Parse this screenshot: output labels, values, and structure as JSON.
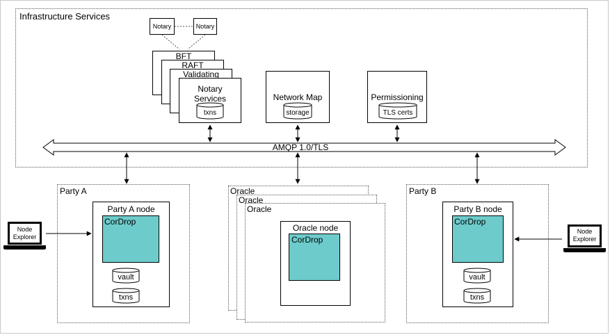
{
  "infra": {
    "title": "Infrastructure Services",
    "notary_left": "Notary",
    "notary_right": "Notary",
    "stack": [
      "BFT",
      "RAFT",
      "Validating"
    ],
    "notary_services": "Notary Services",
    "notary_store": "txns",
    "network_map": "Network Map",
    "network_store": "storage",
    "permissioning": "Permissioning",
    "perm_store": "TLS certs"
  },
  "bus": {
    "label": "AMQP 1.0/TLS"
  },
  "party_a": {
    "title": "Party A",
    "node": "Party A node",
    "app": "CorDrop",
    "store1": "vault",
    "store2": "txns",
    "explorer": "Node Explorer"
  },
  "oracle": {
    "stack": [
      "Oracle",
      "Oracle",
      "Oracle"
    ],
    "node": "Oracle node",
    "app": "CorDrop"
  },
  "party_b": {
    "title": "Party B",
    "node": "Party B node",
    "app": "CorDrop",
    "store1": "vault",
    "store2": "txns",
    "explorer": "Node Explorer"
  }
}
